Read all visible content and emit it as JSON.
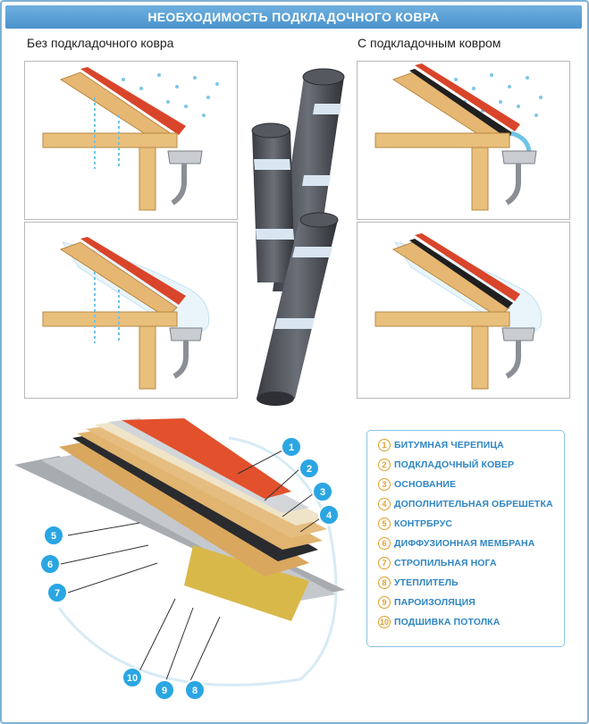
{
  "header": {
    "title": "НЕОБХОДИМОСТЬ ПОДКЛАДОЧНОГО КОВРА"
  },
  "labels": {
    "without": "Без подкладочного ковра",
    "with": "С подкладочным ковром"
  },
  "colors": {
    "header_bg": "#5aa2d8",
    "callout": "#2aa6e3",
    "legend_text": "#2f86c4",
    "legend_number": "#e0a12a",
    "tile": "#e2502c",
    "wood": "#e4b36b",
    "water": "#6fc3e6"
  },
  "callouts": [
    "1",
    "2",
    "3",
    "4",
    "5",
    "6",
    "7",
    "8",
    "9",
    "10"
  ],
  "legend": [
    {
      "num": "1",
      "text": "БИТУМНАЯ ЧЕРЕПИЦА"
    },
    {
      "num": "2",
      "text": "ПОДКЛАДОЧНЫЙ КОВЕР"
    },
    {
      "num": "3",
      "text": "ОСНОВАНИЕ"
    },
    {
      "num": "4",
      "text": "ДОПОЛНИТЕЛЬНАЯ ОБРЕШЕТКА"
    },
    {
      "num": "5",
      "text": "КОНТРБРУС"
    },
    {
      "num": "6",
      "text": "ДИФФУЗИОННАЯ МЕМБРАНА"
    },
    {
      "num": "7",
      "text": "СТРОПИЛЬНАЯ НОГА"
    },
    {
      "num": "8",
      "text": "УТЕПЛИТЕЛЬ"
    },
    {
      "num": "9",
      "text": "ПАРОИЗОЛЯЦИЯ"
    },
    {
      "num": "10",
      "text": "ПОДШИВКА ПОТОЛКА"
    }
  ]
}
